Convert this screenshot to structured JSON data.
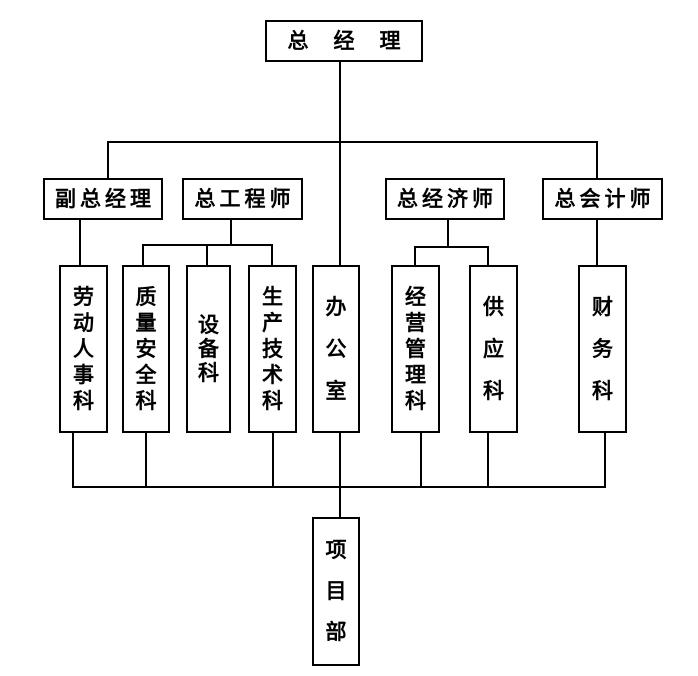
{
  "org_chart": {
    "root": {
      "label": "总经理"
    },
    "executives": [
      {
        "label": "副总经理"
      },
      {
        "label": "总工程师"
      },
      {
        "label": "总经济师"
      },
      {
        "label": "总会计师"
      }
    ],
    "departments": [
      {
        "label": "劳动人事科"
      },
      {
        "label": "质量安全科"
      },
      {
        "label": "设备科"
      },
      {
        "label": "生产技术科"
      },
      {
        "label": "办公室"
      },
      {
        "label": "经营管理科"
      },
      {
        "label": "供应科"
      },
      {
        "label": "财务科"
      }
    ],
    "project": {
      "label": "项目部"
    },
    "colors": {
      "line": "#000000",
      "text": "#000000",
      "background": "#ffffff"
    }
  }
}
